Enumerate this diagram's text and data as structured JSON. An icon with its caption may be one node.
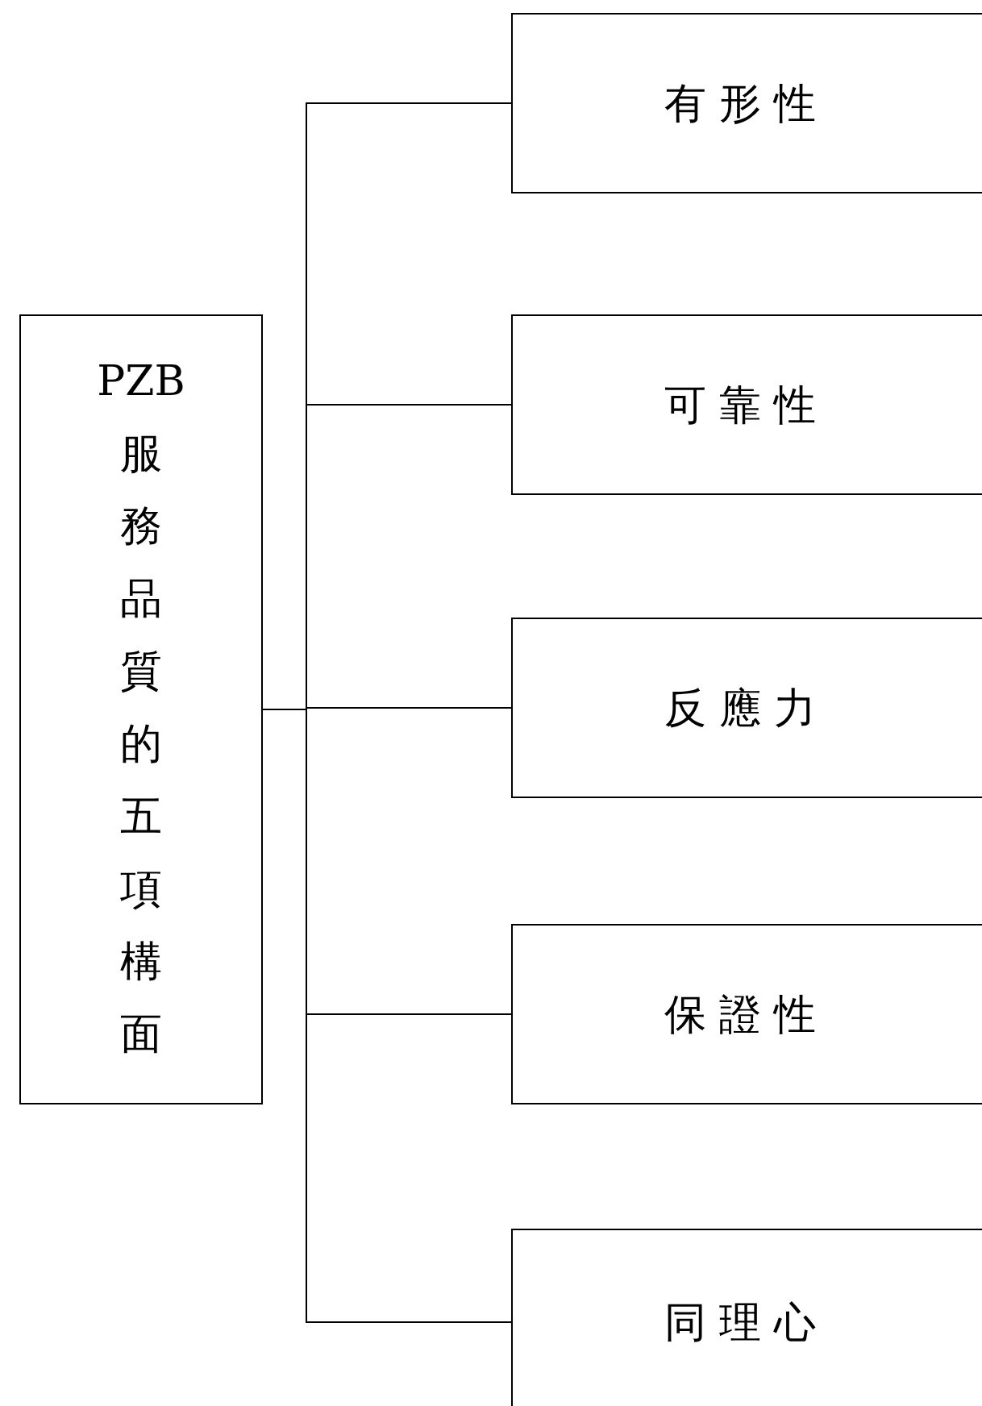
{
  "diagram": {
    "nodes": [
      {
        "text": [
          "PZB服務品質的五項構面"
        ]
      },
      {
        "text": [
          "有形性"
        ]
      },
      {
        "text": [
          "可靠性"
        ]
      },
      {
        "text": [
          "反應力"
        ]
      },
      {
        "text": [
          "保證性"
        ]
      },
      {
        "text": [
          "同理心"
        ]
      }
    ],
    "edges": [
      {
        "from": 0,
        "to": 1,
        "arrow": "none"
      },
      {
        "from": 0,
        "to": 2,
        "arrow": "none"
      },
      {
        "from": 0,
        "to": 3,
        "arrow": "none"
      },
      {
        "from": 0,
        "to": 4,
        "arrow": "none"
      },
      {
        "from": 0,
        "to": 5,
        "arrow": "none"
      }
    ]
  }
}
